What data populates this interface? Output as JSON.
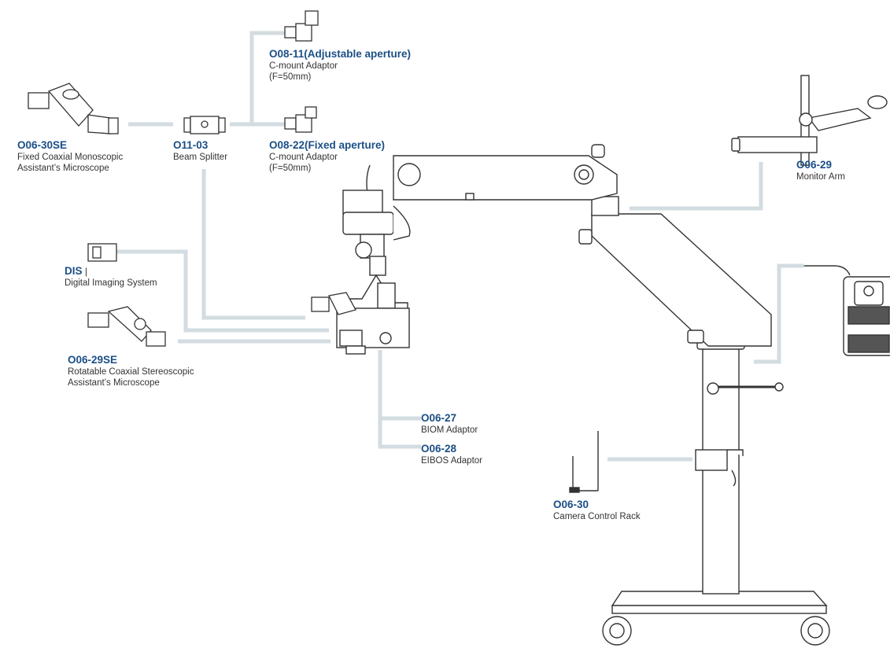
{
  "colors": {
    "code": "#1b4f86",
    "text": "#333333",
    "connector": "#d3dce1",
    "line": "#333333"
  },
  "labels": {
    "o08_11": {
      "code": "O08-11(Adjustable aperture)",
      "desc": "C-mount Adaptor",
      "desc2": "(F=50mm)"
    },
    "o06_30se": {
      "code": "O06-30SE",
      "desc": "Fixed Coaxial Monoscopic",
      "desc2": "Assistant’s Microscope"
    },
    "o11_03": {
      "code": "O11-03",
      "desc": "Beam Splitter"
    },
    "o08_22": {
      "code": "O08-22(Fixed aperture)",
      "desc": "C-mount Adaptor",
      "desc2": "(F=50mm)"
    },
    "o06_29": {
      "code": "O06-29",
      "desc": "Monitor Arm"
    },
    "dis": {
      "code": "DIS",
      "desc": "Digital Imaging System"
    },
    "o06_29se": {
      "code": "O06-29SE",
      "desc": "Rotatable Coaxial Stereoscopic",
      "desc2": "Assistant’s Microscope"
    },
    "o06_27": {
      "code": "O06-27",
      "desc": "BIOM Adaptor"
    },
    "o06_28": {
      "code": "O06-28",
      "desc": "EIBOS Adaptor"
    },
    "o06_30": {
      "code": "O06-30",
      "desc": "Camera Control Rack"
    }
  }
}
